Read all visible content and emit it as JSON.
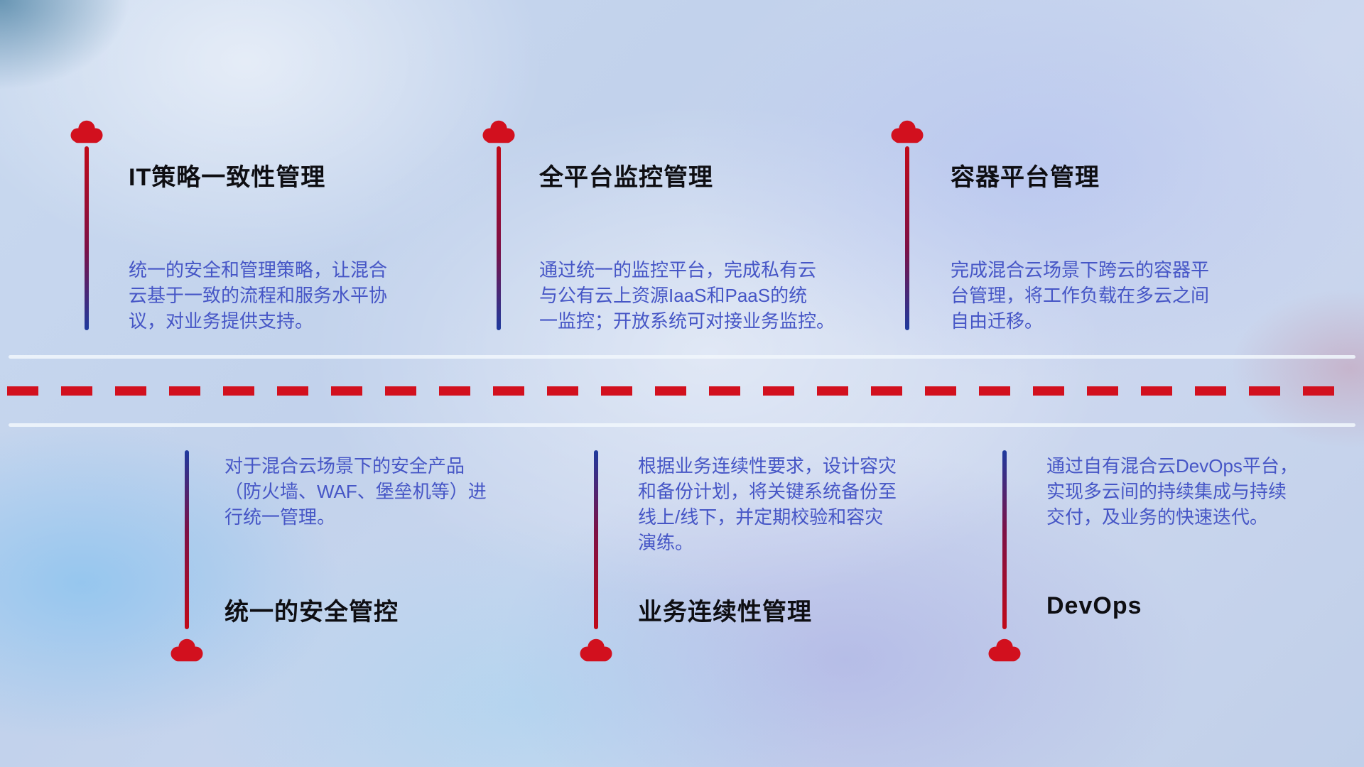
{
  "colors": {
    "accent_red": "#d2101e",
    "accent_blue": "#1e3a9e",
    "title_text": "#0e0e12",
    "description_text": "#4656c6"
  },
  "top_items": [
    {
      "title": "IT策略一致性管理",
      "desc": "统一的安全和管理策略，让混合\n云基于一致的流程和服务水平协\n议，对业务提供支持。"
    },
    {
      "title": "全平台监控管理",
      "desc": "通过统一的监控平台，完成私有云\n与公有云上资源IaaS和PaaS的统\n一监控；开放系统可对接业务监控。"
    },
    {
      "title": "容器平台管理",
      "desc": "完成混合云场景下跨云的容器平\n台管理，将工作负载在多云之间\n自由迁移。"
    }
  ],
  "bottom_items": [
    {
      "title": "统一的安全管控",
      "desc": "对于混合云场景下的安全产品\n（防火墙、WAF、堡垒机等）进\n行统一管理。"
    },
    {
      "title": "业务连续性管理",
      "desc": "根据业务连续性要求，设计容灾\n和备份计划，将关键系统备份至\n线上/线下，并定期校验和容灾\n演练。"
    },
    {
      "title": "DevOps",
      "desc": "通过自有混合云DevOps平台，\n实现多云间的持续集成与持续\n交付，及业务的快速迭代。"
    }
  ]
}
